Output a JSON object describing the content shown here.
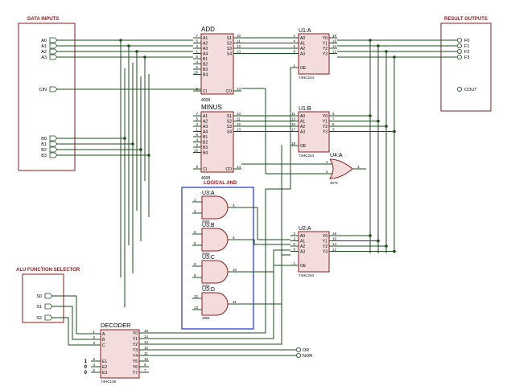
{
  "panels": {
    "data_inputs": "DATA INPUTS",
    "result_outputs": "RESULT OUTPUTS",
    "alu_selector": "ALU FUNCTION SELECTOR",
    "logical_and": "LOGICAL AND"
  },
  "inputs": {
    "a": [
      "A0",
      "A1",
      "A2",
      "A3"
    ],
    "b": [
      "B0",
      "B1",
      "B2",
      "B3"
    ],
    "cin": "CIN",
    "s": [
      "S0",
      "S1",
      "S2"
    ]
  },
  "outputs": {
    "f": [
      "F0",
      "F1",
      "F2",
      "F3"
    ],
    "cout": "COUT",
    "or": "OR",
    "nor": "NOR"
  },
  "adders": [
    {
      "name": "ADD",
      "part": "4008",
      "left_pins": [
        {
          "p": "7",
          "n": "A1"
        },
        {
          "p": "5",
          "n": "A2"
        },
        {
          "p": "3",
          "n": "A3"
        },
        {
          "p": "1",
          "n": "A4"
        },
        {
          "p": "6",
          "n": "B1"
        },
        {
          "p": "4",
          "n": "B2"
        },
        {
          "p": "2",
          "n": "B3"
        },
        {
          "p": "15",
          "n": "B4"
        }
      ],
      "right_pins": [
        {
          "p": "10",
          "n": "S1"
        },
        {
          "p": "11",
          "n": "S2"
        },
        {
          "p": "12",
          "n": "S3"
        },
        {
          "p": "13",
          "n": "S4"
        }
      ],
      "ci": {
        "p": "9",
        "n": "CI"
      },
      "co": {
        "p": "14",
        "n": "CO"
      }
    },
    {
      "name": "MINUS",
      "part": "4008",
      "left_pins": [
        {
          "p": "7",
          "n": "A1"
        },
        {
          "p": "5",
          "n": "A2"
        },
        {
          "p": "3",
          "n": "A3"
        },
        {
          "p": "1",
          "n": "A4"
        },
        {
          "p": "6",
          "n": "B1"
        },
        {
          "p": "4",
          "n": "B2"
        },
        {
          "p": "2",
          "n": "B3"
        },
        {
          "p": "15",
          "n": "B4"
        }
      ],
      "right_pins": [
        {
          "p": "10",
          "n": "S1"
        },
        {
          "p": "11",
          "n": "S2"
        },
        {
          "p": "12",
          "n": "S3"
        },
        {
          "p": "13",
          "n": "S4"
        }
      ],
      "ci": {
        "p": "9",
        "n": "CI"
      },
      "co": {
        "p": "14",
        "n": "CO"
      }
    }
  ],
  "buffers": [
    {
      "name": "U1:A",
      "part": "74HC244",
      "in_pins": [
        "2",
        "4",
        "6",
        "8"
      ],
      "out_pins": [
        "18",
        "16",
        "14",
        "12"
      ],
      "oe_pin": "1",
      "a": [
        "A0",
        "A1",
        "A2",
        "A3"
      ],
      "y": [
        "Y0",
        "Y1",
        "Y2",
        "Y3"
      ],
      "oe": "OE"
    },
    {
      "name": "U1:B",
      "part": "74HC244",
      "in_pins": [
        "11",
        "13",
        "15",
        "17"
      ],
      "out_pins": [
        "9",
        "7",
        "5",
        "3"
      ],
      "oe_pin": "19",
      "a": [
        "A0",
        "A1",
        "A2",
        "A3"
      ],
      "y": [
        "Y0",
        "Y1",
        "Y2",
        "Y3"
      ],
      "oe": "OE"
    },
    {
      "name": "U2:A",
      "part": "74HC244",
      "in_pins": [
        "2",
        "4",
        "6",
        "8"
      ],
      "out_pins": [
        "18",
        "16",
        "14",
        "12"
      ],
      "oe_pin": "1",
      "a": [
        "A0",
        "A1",
        "A2",
        "A3"
      ],
      "y": [
        "Y0",
        "Y1",
        "Y2",
        "Y3"
      ],
      "oe": "OE"
    }
  ],
  "or_gate": {
    "name": "U4:A",
    "part": "4071",
    "in_pins": [
      "1",
      "2"
    ],
    "out_pin": "3"
  },
  "and_gates": [
    {
      "name": "U3:A",
      "part": "4081",
      "in_pins": [
        "1",
        "2"
      ],
      "out_pin": "3"
    },
    {
      "name": "U3:B",
      "part": "4081",
      "in_pins": [
        "6",
        "5"
      ],
      "out_pin": "4"
    },
    {
      "name": "U3:C",
      "part": "4081",
      "in_pins": [
        "8",
        "9"
      ],
      "out_pin": "10"
    },
    {
      "name": "U3:D",
      "part": "4081",
      "in_pins": [
        "12",
        "13"
      ],
      "out_pin": "11"
    }
  ],
  "decoder": {
    "name": "DECODER",
    "part": "74HC138",
    "in": [
      {
        "p": "1",
        "n": "A"
      },
      {
        "p": "2",
        "n": "B"
      },
      {
        "p": "3",
        "n": "C"
      }
    ],
    "en": [
      {
        "p": "6",
        "n": "E1",
        "v": "1"
      },
      {
        "p": "4",
        "n": "E2",
        "v": "0"
      },
      {
        "p": "5",
        "n": "E3",
        "v": "0"
      }
    ],
    "out": [
      {
        "p": "15",
        "n": "Y0"
      },
      {
        "p": "14",
        "n": "Y1"
      },
      {
        "p": "13",
        "n": "Y2"
      },
      {
        "p": "12",
        "n": "Y3"
      },
      {
        "p": "11",
        "n": "Y4"
      },
      {
        "p": "10",
        "n": "Y5"
      },
      {
        "p": "9",
        "n": "Y6"
      },
      {
        "p": "7",
        "n": "Y7"
      }
    ]
  },
  "colors": {
    "wire": "#1a4d1a",
    "body": "#f5dcdc",
    "border": "#8b1a1a",
    "pin": "#8b1a1a",
    "text": "#000000",
    "and_box": "#1e2fcc",
    "heading": "#8b1a1a",
    "title_red": "#b01010"
  }
}
